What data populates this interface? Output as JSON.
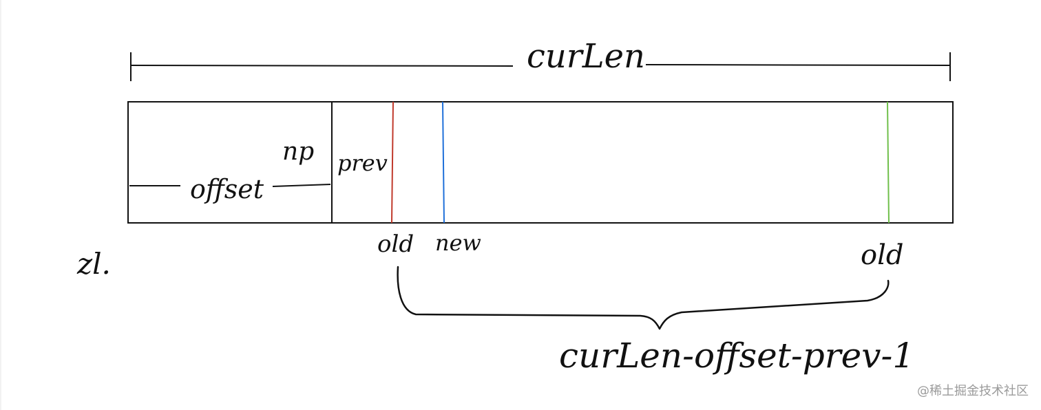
{
  "labels": {
    "top_span": "curLen",
    "offset": "offset",
    "np": "np",
    "prev": "prev",
    "old_left": "old",
    "new": "new",
    "old_right": "old",
    "side_label": "zl.",
    "brace_formula": "curLen-offset-prev-1"
  },
  "colors": {
    "stroke": "#111111",
    "old_left_marker": "#c0392b",
    "new_marker": "#1e6fd9",
    "old_right_marker": "#6fbf4a"
  },
  "watermark": "@稀土掘金技术社区"
}
